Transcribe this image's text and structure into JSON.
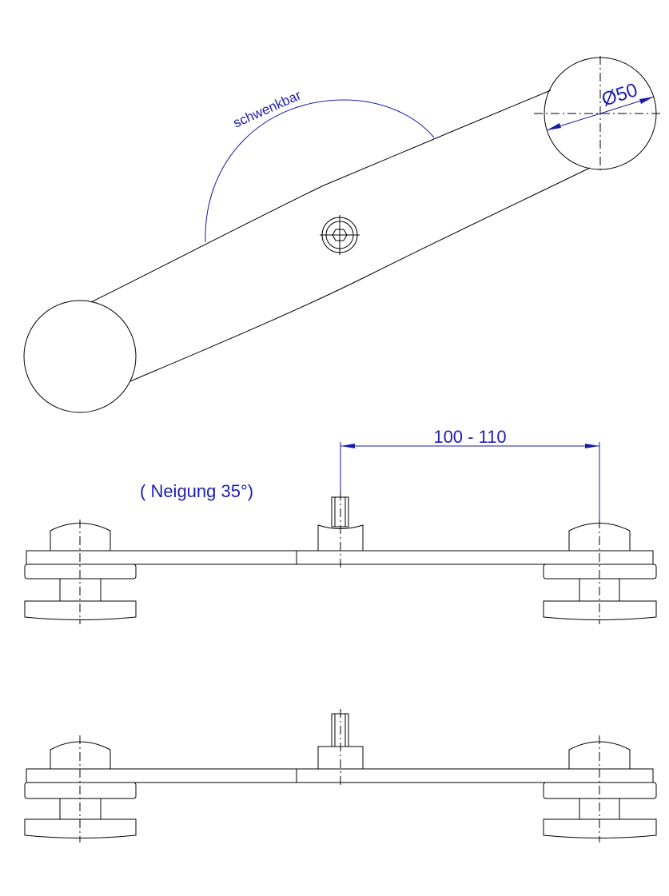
{
  "annotations": {
    "swivel_label": "schwenkbar",
    "diameter_label": "Ø50",
    "distance_label": "100 - 110",
    "inclination_label": "( Neigung 35°)"
  },
  "colors": {
    "line": "#000000",
    "dimension": "#1a1aa8",
    "background": "#ffffff"
  }
}
